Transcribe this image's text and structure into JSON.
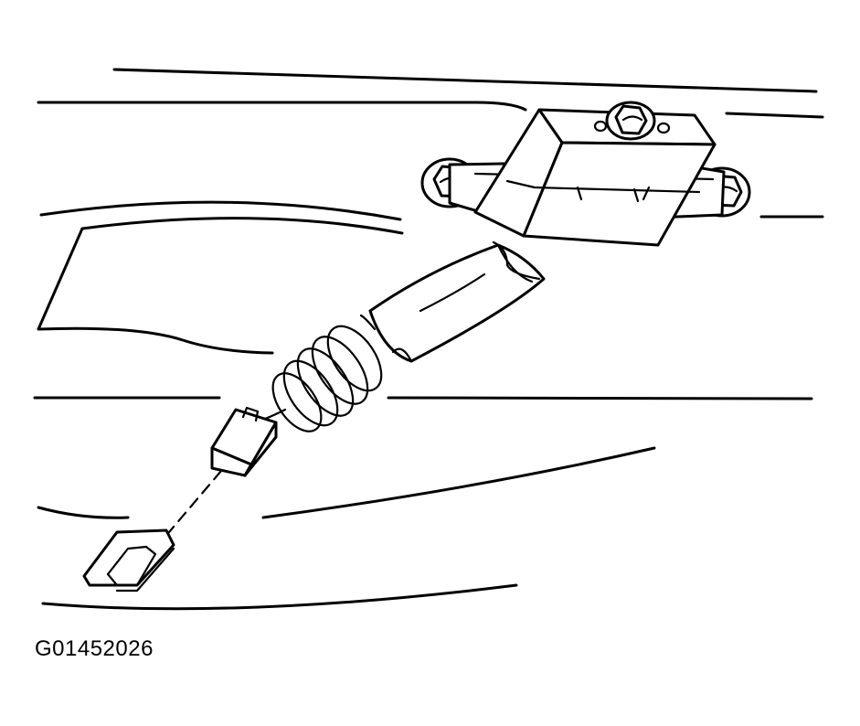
{
  "figure": {
    "id": "G01452026"
  },
  "colors": {
    "line": "#000000",
    "background": "#ffffff"
  },
  "parts": [
    "mounting-bracket",
    "bolt-icon",
    "hose-sleeve",
    "coil-spring",
    "wire-connector",
    "connector-clip"
  ]
}
